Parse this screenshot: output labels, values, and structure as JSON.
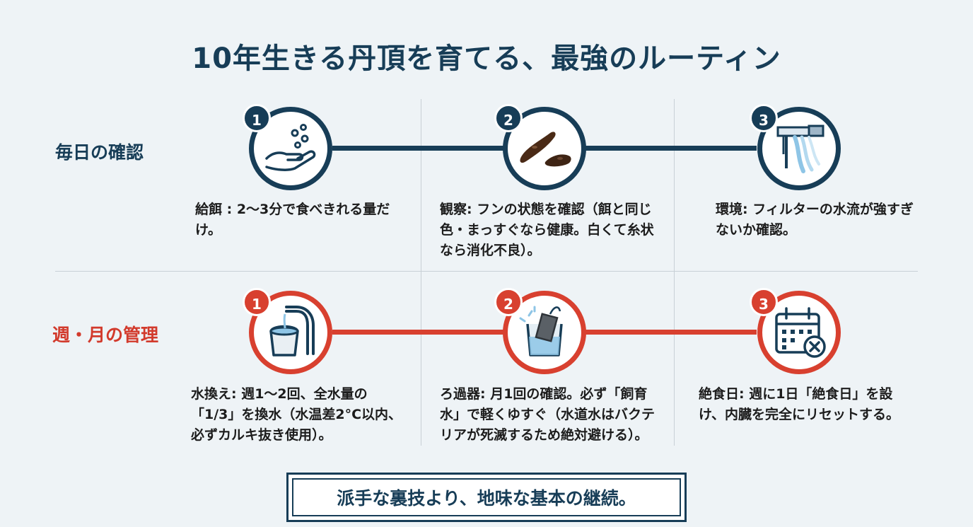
{
  "title": "10年生きる丹頂を育てる、最強のルーティン",
  "rows": [
    {
      "label": "毎日の確認",
      "color": "#173d57",
      "steps": [
        {
          "number": "1",
          "icon": "feeding-hand-icon",
          "text": "給餌 : 2〜3分で食べきれる量だけ。"
        },
        {
          "number": "2",
          "icon": "droppings-icon",
          "text": "観察: フンの状態を確認（餌と同じ色・まっすぐなら健康。白くて糸状なら消化不良）。"
        },
        {
          "number": "3",
          "icon": "filter-flow-icon",
          "text": "環境: フィルターの水流が強すぎないか確認。"
        }
      ]
    },
    {
      "label": "週・月の管理",
      "color": "#d8402f",
      "steps": [
        {
          "number": "1",
          "icon": "bucket-hose-icon",
          "text": "水換え: 週1〜2回、全水量の「1/3」を換水（水温差2°C以内、必ずカルキ抜き使用）。"
        },
        {
          "number": "2",
          "icon": "filter-rinse-icon",
          "text": "ろ過器: 月1回の確認。必ず「飼育水」で軽くゆすぐ（水道水はバクテリアが死滅するため絶対避ける）。"
        },
        {
          "number": "3",
          "icon": "calendar-cancel-icon",
          "text": "絶食日: 週に1日「絶食日」を設け、内臓を完全にリセットする。"
        }
      ]
    }
  ],
  "footer": "派手な裏技より、地味な基本の継続。"
}
